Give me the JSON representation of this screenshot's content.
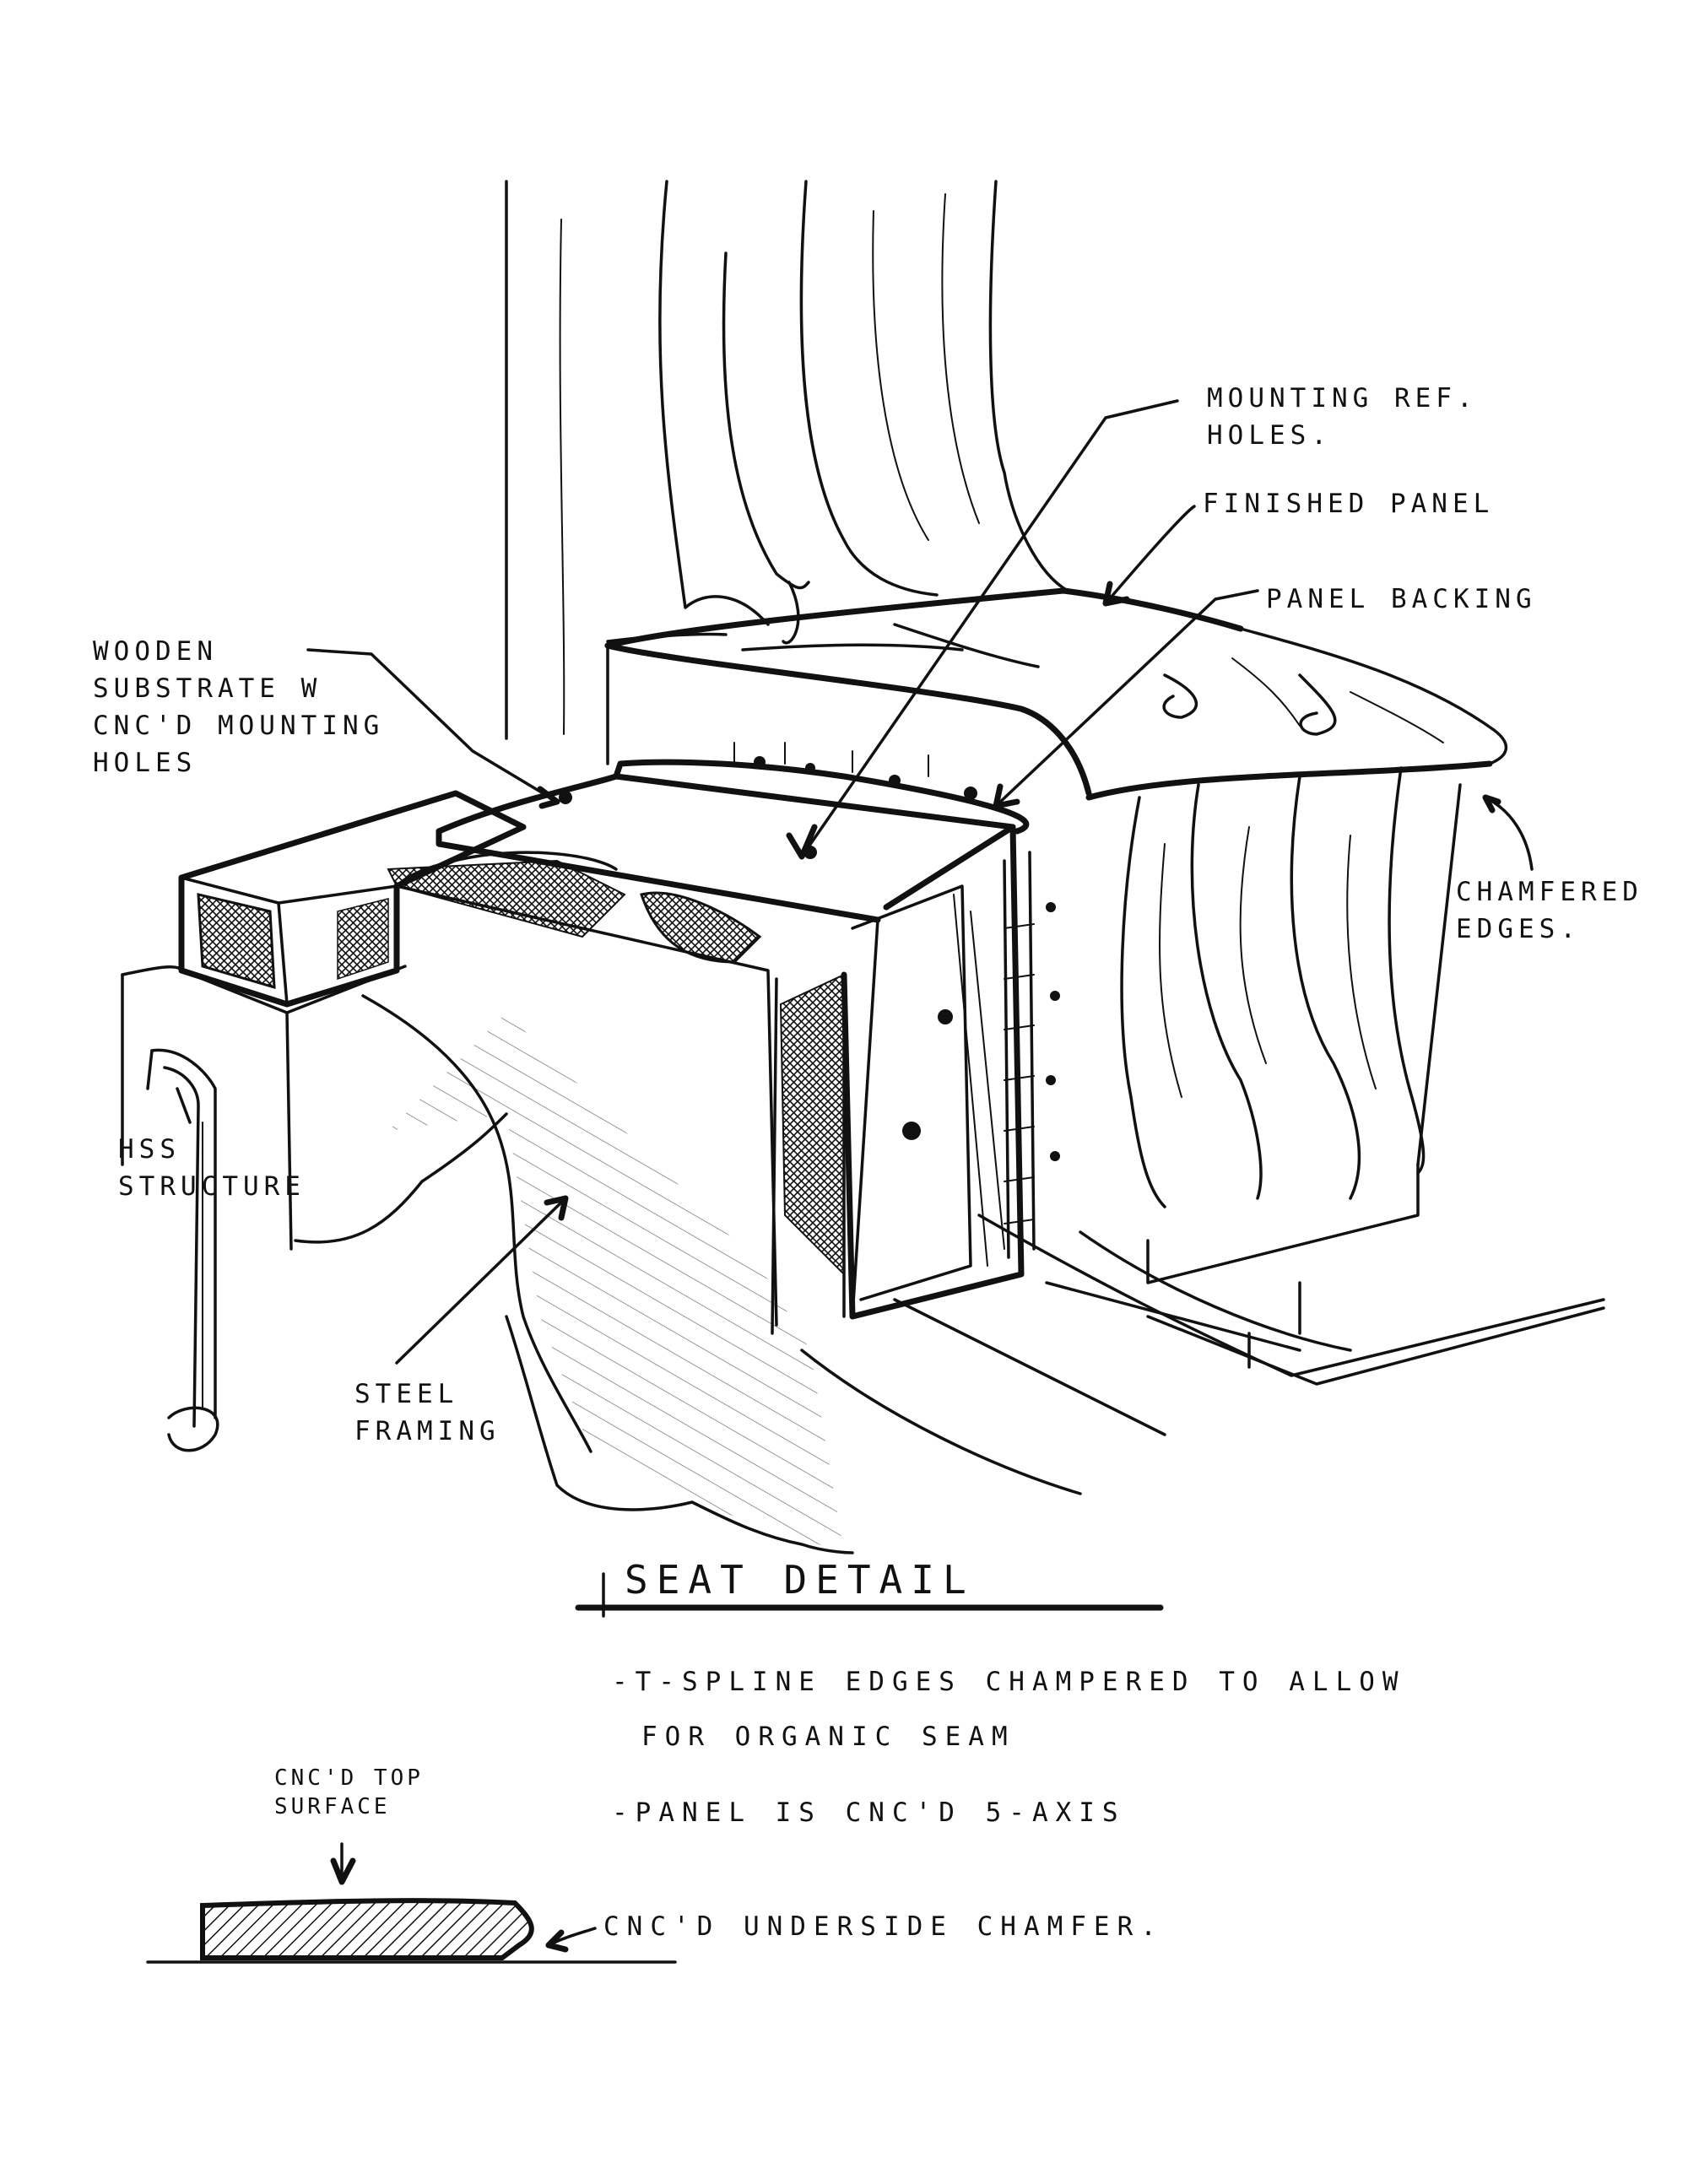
{
  "labels": {
    "mounting_ref_holes": "MOUNTING REF.\nHOLES.",
    "finished_panel": "FINISHED PANEL",
    "panel_backing": "PANEL BACKING",
    "wooden_substrate": "WOODEN\nSUBSTRATE W\nCNC'D MOUNTING\nHOLES",
    "chamfered_edges": "CHAMFERED\nEDGES.",
    "hss_structure": "HSS\nSTRUCTURE",
    "steel_framing": "STEEL\nFRAMING"
  },
  "title": "SEAT DETAIL",
  "notes": {
    "note1_line1": "-T-SPLINE EDGES CHAMPERED TO ALLOW",
    "note1_line2": "FOR ORGANIC SEAM",
    "note2": "-PANEL IS CNC'D 5-AXIS"
  },
  "section": {
    "top_label": "CNC'D TOP\nSURFACE",
    "side_label": "CNC'D UNDERSIDE CHAMFER."
  }
}
